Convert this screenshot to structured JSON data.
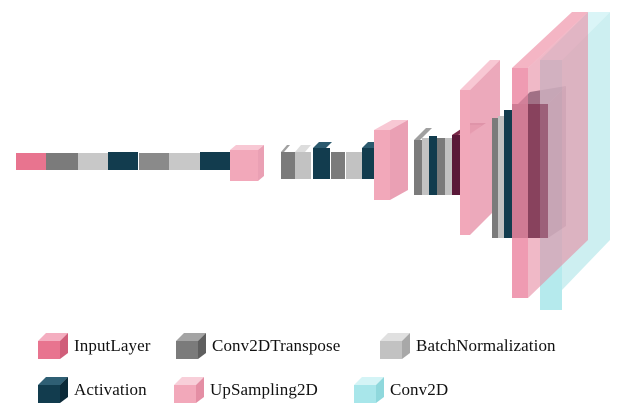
{
  "legend": {
    "input_layer": "InputLayer",
    "conv2d_transpose": "Conv2DTranspose",
    "batch_normalization": "BatchNormalization",
    "activation": "Activation",
    "upsampling2d": "UpSampling2D",
    "conv2d": "Conv2D"
  },
  "colors": {
    "input_layer": "#e8748f",
    "conv2d_transpose": "#7b7b7b",
    "batch_normalization": "#c2c2c2",
    "activation": "#123c4e",
    "upsampling2d": "#f2a8ba",
    "conv2d": "#a8e6ea"
  }
}
